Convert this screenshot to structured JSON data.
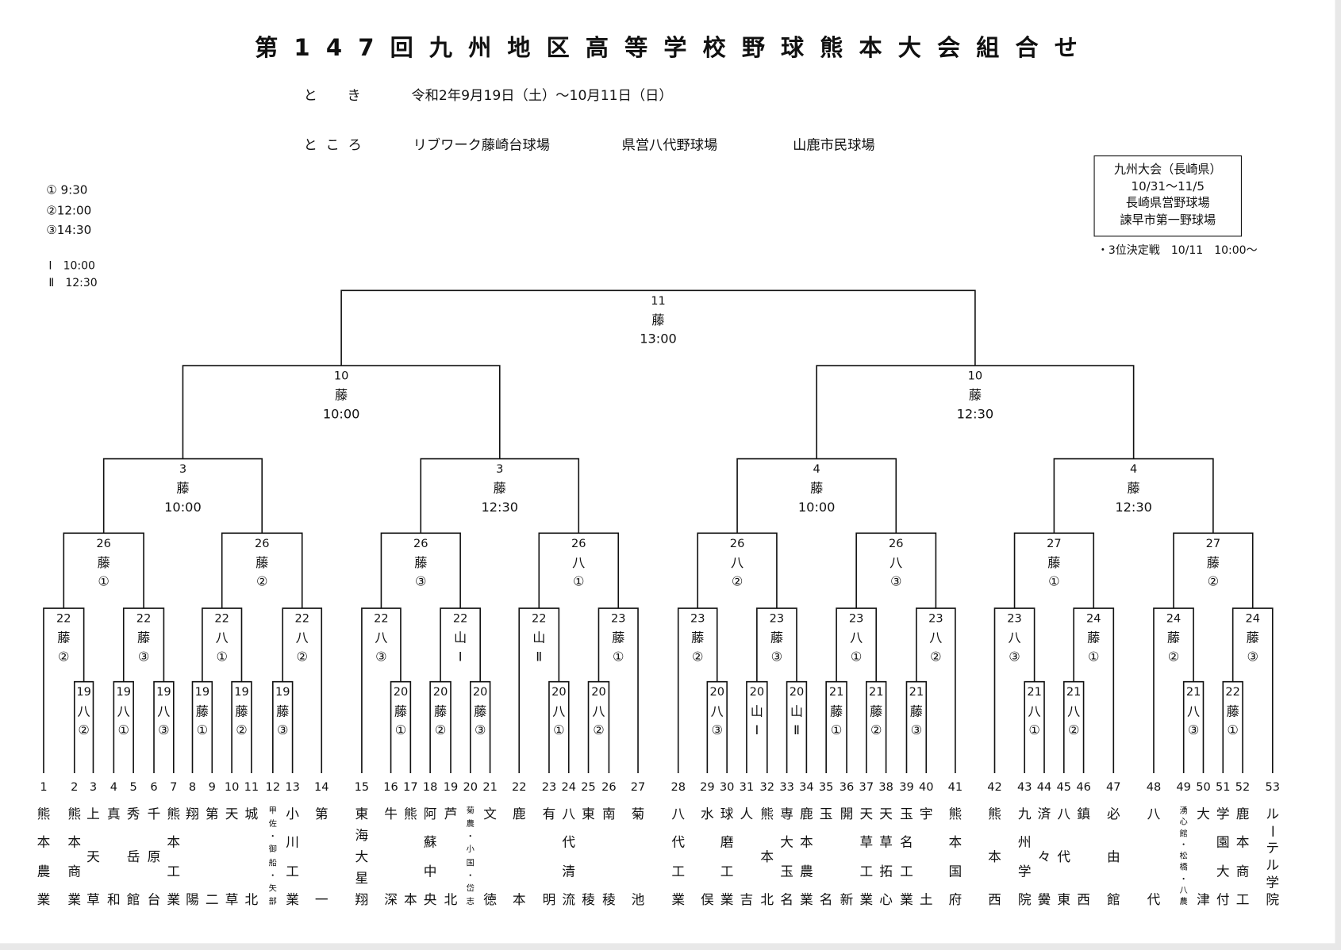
{
  "header": {
    "title": "第147回九州地区高等学校野球熊本大会組合せ",
    "date_label": "と　き",
    "date_value": "令和2年9月19日（土）～10月11日（日）",
    "place_label": "と こ ろ",
    "venues": [
      "リブワーク藤崎台球場",
      "県営八代野球場",
      "山鹿市民球場"
    ]
  },
  "legend": {
    "slots": [
      "① 9:30",
      "②12:00",
      "③14:30"
    ],
    "roman_slots": [
      "Ⅰ　10:00",
      "Ⅱ　12:30"
    ]
  },
  "kyushu_info": {
    "lines": [
      "九州大会（長崎県）",
      "10/31～11/5",
      "長崎県営野球場",
      "諫早市第一野球場"
    ],
    "third_place": "・3位決定戦　10/11　10:00～"
  },
  "teams": [
    {
      "no": "1",
      "name": "熊本農業"
    },
    {
      "no": "2",
      "name": "熊本商業"
    },
    {
      "no": "3",
      "name": "上天草"
    },
    {
      "no": "4",
      "name": "真和"
    },
    {
      "no": "5",
      "name": "秀岳館"
    },
    {
      "no": "6",
      "name": "千原台"
    },
    {
      "no": "7",
      "name": "熊本工業"
    },
    {
      "no": "8",
      "name": "翔陽"
    },
    {
      "no": "9",
      "name": "第二"
    },
    {
      "no": "10",
      "name": "天草"
    },
    {
      "no": "11",
      "name": "城北"
    },
    {
      "no": "12",
      "name": "甲佐・御船・矢部"
    },
    {
      "no": "13",
      "name": "小川工業"
    },
    {
      "no": "14",
      "name": "第一"
    },
    {
      "no": "15",
      "name": "東海大星翔"
    },
    {
      "no": "16",
      "name": "牛深"
    },
    {
      "no": "17",
      "name": "熊本"
    },
    {
      "no": "18",
      "name": "阿蘇中央"
    },
    {
      "no": "19",
      "name": "芦北"
    },
    {
      "no": "20",
      "name": "菊農・小国・岱志"
    },
    {
      "no": "21",
      "name": "文徳"
    },
    {
      "no": "22",
      "name": "鹿本"
    },
    {
      "no": "23",
      "name": "有明"
    },
    {
      "no": "24",
      "name": "八代清流"
    },
    {
      "no": "25",
      "name": "東稜"
    },
    {
      "no": "26",
      "name": "南稜"
    },
    {
      "no": "27",
      "name": "菊池"
    },
    {
      "no": "28",
      "name": "八代工業"
    },
    {
      "no": "29",
      "name": "水俣"
    },
    {
      "no": "30",
      "name": "球磨工業"
    },
    {
      "no": "31",
      "name": "人吉"
    },
    {
      "no": "32",
      "name": "熊本北"
    },
    {
      "no": "33",
      "name": "専大玉名"
    },
    {
      "no": "34",
      "name": "鹿本農業"
    },
    {
      "no": "35",
      "name": "玉名"
    },
    {
      "no": "36",
      "name": "開新"
    },
    {
      "no": "37",
      "name": "天草工業"
    },
    {
      "no": "38",
      "name": "天草拓心"
    },
    {
      "no": "39",
      "name": "玉名工業"
    },
    {
      "no": "40",
      "name": "宇土"
    },
    {
      "no": "41",
      "name": "熊本国府"
    },
    {
      "no": "42",
      "name": "熊本西"
    },
    {
      "no": "43",
      "name": "九州学院"
    },
    {
      "no": "44",
      "name": "済々黌"
    },
    {
      "no": "45",
      "name": "八代東"
    },
    {
      "no": "46",
      "name": "鎮西"
    },
    {
      "no": "47",
      "name": "必由館"
    },
    {
      "no": "48",
      "name": "八代"
    },
    {
      "no": "49",
      "name": "湧心館・松橋・八農"
    },
    {
      "no": "50",
      "name": "大津"
    },
    {
      "no": "51",
      "name": "学園大付"
    },
    {
      "no": "52",
      "name": "鹿本商工"
    },
    {
      "no": "53",
      "name": "ルーテル学院"
    }
  ],
  "bracket": {
    "day": "11",
    "venue": "藤",
    "slot": "13:00",
    "children": [
      {
        "day": "10",
        "venue": "藤",
        "slot": "10:00",
        "children": [
          {
            "day": "3",
            "venue": "藤",
            "slot": "10:00",
            "children": [
              {
                "day": "26",
                "venue": "藤",
                "slot": "①",
                "children": [
                  {
                    "day": "22",
                    "venue": "藤",
                    "slot": "②",
                    "children": [
                      1,
                      {
                        "day": "19",
                        "venue": "八",
                        "slot": "②",
                        "children": [
                          2,
                          3
                        ]
                      }
                    ]
                  },
                  {
                    "day": "22",
                    "venue": "藤",
                    "slot": "③",
                    "children": [
                      {
                        "day": "19",
                        "venue": "八",
                        "slot": "①",
                        "children": [
                          4,
                          5
                        ]
                      },
                      {
                        "day": "19",
                        "venue": "八",
                        "slot": "③",
                        "children": [
                          6,
                          7
                        ]
                      }
                    ]
                  }
                ]
              },
              {
                "day": "26",
                "venue": "藤",
                "slot": "②",
                "children": [
                  {
                    "day": "22",
                    "venue": "八",
                    "slot": "①",
                    "children": [
                      {
                        "day": "19",
                        "venue": "藤",
                        "slot": "①",
                        "children": [
                          8,
                          9
                        ]
                      },
                      {
                        "day": "19",
                        "venue": "藤",
                        "slot": "②",
                        "children": [
                          10,
                          11
                        ]
                      }
                    ]
                  },
                  {
                    "day": "22",
                    "venue": "八",
                    "slot": "②",
                    "children": [
                      {
                        "day": "19",
                        "venue": "藤",
                        "slot": "③",
                        "children": [
                          12,
                          13
                        ]
                      },
                      14
                    ]
                  }
                ]
              }
            ]
          },
          {
            "day": "3",
            "venue": "藤",
            "slot": "12:30",
            "children": [
              {
                "day": "26",
                "venue": "藤",
                "slot": "③",
                "children": [
                  {
                    "day": "22",
                    "venue": "八",
                    "slot": "③",
                    "children": [
                      15,
                      {
                        "day": "20",
                        "venue": "藤",
                        "slot": "①",
                        "children": [
                          16,
                          17
                        ]
                      }
                    ]
                  },
                  {
                    "day": "22",
                    "venue": "山",
                    "slot": "Ⅰ",
                    "children": [
                      {
                        "day": "20",
                        "venue": "藤",
                        "slot": "②",
                        "children": [
                          18,
                          19
                        ]
                      },
                      {
                        "day": "20",
                        "venue": "藤",
                        "slot": "③",
                        "children": [
                          20,
                          21
                        ]
                      }
                    ]
                  }
                ]
              },
              {
                "day": "26",
                "venue": "八",
                "slot": "①",
                "children": [
                  {
                    "day": "22",
                    "venue": "山",
                    "slot": "Ⅱ",
                    "children": [
                      22,
                      {
                        "day": "20",
                        "venue": "八",
                        "slot": "①",
                        "children": [
                          23,
                          24
                        ]
                      }
                    ]
                  },
                  {
                    "day": "23",
                    "venue": "藤",
                    "slot": "①",
                    "children": [
                      {
                        "day": "20",
                        "venue": "八",
                        "slot": "②",
                        "children": [
                          25,
                          26
                        ]
                      },
                      27
                    ]
                  }
                ]
              }
            ]
          }
        ]
      },
      {
        "day": "10",
        "venue": "藤",
        "slot": "12:30",
        "children": [
          {
            "day": "4",
            "venue": "藤",
            "slot": "10:00",
            "children": [
              {
                "day": "26",
                "venue": "八",
                "slot": "②",
                "children": [
                  {
                    "day": "23",
                    "venue": "藤",
                    "slot": "②",
                    "children": [
                      28,
                      {
                        "day": "20",
                        "venue": "八",
                        "slot": "③",
                        "children": [
                          29,
                          30
                        ]
                      }
                    ]
                  },
                  {
                    "day": "23",
                    "venue": "藤",
                    "slot": "③",
                    "children": [
                      {
                        "day": "20",
                        "venue": "山",
                        "slot": "Ⅰ",
                        "children": [
                          31,
                          32
                        ]
                      },
                      {
                        "day": "20",
                        "venue": "山",
                        "slot": "Ⅱ",
                        "children": [
                          33,
                          34
                        ]
                      }
                    ]
                  }
                ]
              },
              {
                "day": "26",
                "venue": "八",
                "slot": "③",
                "children": [
                  {
                    "day": "23",
                    "venue": "八",
                    "slot": "①",
                    "children": [
                      {
                        "day": "21",
                        "venue": "藤",
                        "slot": "①",
                        "children": [
                          35,
                          36
                        ]
                      },
                      {
                        "day": "21",
                        "venue": "藤",
                        "slot": "②",
                        "children": [
                          37,
                          38
                        ]
                      }
                    ]
                  },
                  {
                    "day": "23",
                    "venue": "八",
                    "slot": "②",
                    "children": [
                      {
                        "day": "21",
                        "venue": "藤",
                        "slot": "③",
                        "children": [
                          39,
                          40
                        ]
                      },
                      41
                    ]
                  }
                ]
              }
            ]
          },
          {
            "day": "4",
            "venue": "藤",
            "slot": "12:30",
            "children": [
              {
                "day": "27",
                "venue": "藤",
                "slot": "①",
                "children": [
                  {
                    "day": "23",
                    "venue": "八",
                    "slot": "③",
                    "children": [
                      42,
                      {
                        "day": "21",
                        "venue": "八",
                        "slot": "①",
                        "children": [
                          43,
                          44
                        ]
                      }
                    ]
                  },
                  {
                    "day": "24",
                    "venue": "藤",
                    "slot": "①",
                    "children": [
                      {
                        "day": "21",
                        "venue": "八",
                        "slot": "②",
                        "children": [
                          45,
                          46
                        ]
                      },
                      47
                    ]
                  }
                ]
              },
              {
                "day": "27",
                "venue": "藤",
                "slot": "②",
                "children": [
                  {
                    "day": "24",
                    "venue": "藤",
                    "slot": "②",
                    "children": [
                      48,
                      {
                        "day": "21",
                        "venue": "八",
                        "slot": "③",
                        "children": [
                          49,
                          50
                        ]
                      }
                    ]
                  },
                  {
                    "day": "24",
                    "venue": "藤",
                    "slot": "③",
                    "children": [
                      {
                        "day": "22",
                        "venue": "藤",
                        "slot": "①",
                        "children": [
                          51,
                          52
                        ]
                      },
                      53
                    ]
                  }
                ]
              }
            ]
          }
        ]
      }
    ]
  }
}
